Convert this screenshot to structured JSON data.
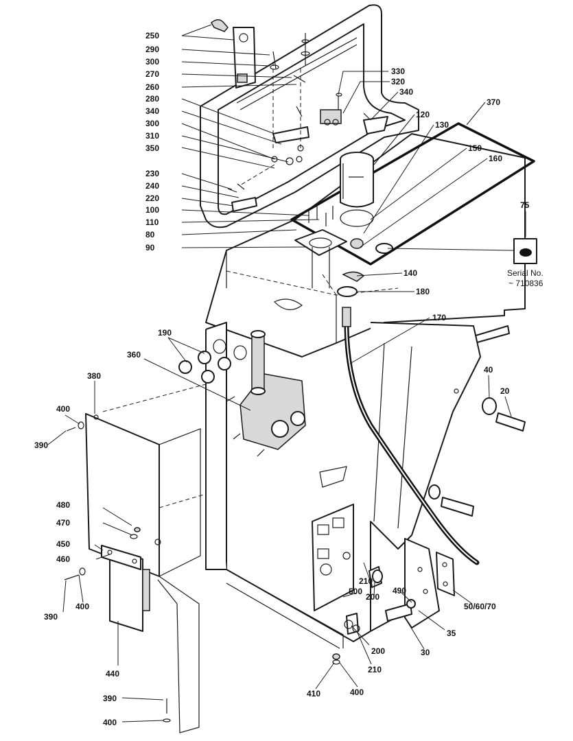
{
  "callouts": {
    "c250": "250",
    "c290": "290",
    "c300a": "300",
    "c270": "270",
    "c260": "260",
    "c280": "280",
    "c340a": "340",
    "c300b": "300",
    "c310": "310",
    "c350": "350",
    "c230": "230",
    "c240": "240",
    "c220": "220",
    "c100": "100",
    "c110": "110",
    "c80": "80",
    "c90": "90",
    "c330": "330",
    "c320": "320",
    "c340b": "340",
    "c120": "120",
    "c130": "130",
    "c370": "370",
    "c150": "150",
    "c160": "160",
    "c75": "75",
    "c140": "140",
    "c180": "180",
    "c170": "170",
    "c190": "190",
    "c360": "360",
    "c380": "380",
    "c400a": "400",
    "c390a": "390",
    "c40": "40",
    "c20": "20",
    "c480": "480",
    "c470": "470",
    "c450": "450",
    "c460": "460",
    "c390b": "390",
    "c400b": "400",
    "c210a": "210",
    "c500": "500",
    "c200a": "200",
    "c490": "490",
    "c5060": "50/60/70",
    "c35": "35",
    "c30": "30",
    "c200b": "200",
    "c210b": "210",
    "c410": "410",
    "c400c": "400",
    "c440": "440",
    "c390c": "390",
    "c400d": "400"
  },
  "serial_note": {
    "line1": "Serial No.",
    "line2": "~ 710836"
  }
}
